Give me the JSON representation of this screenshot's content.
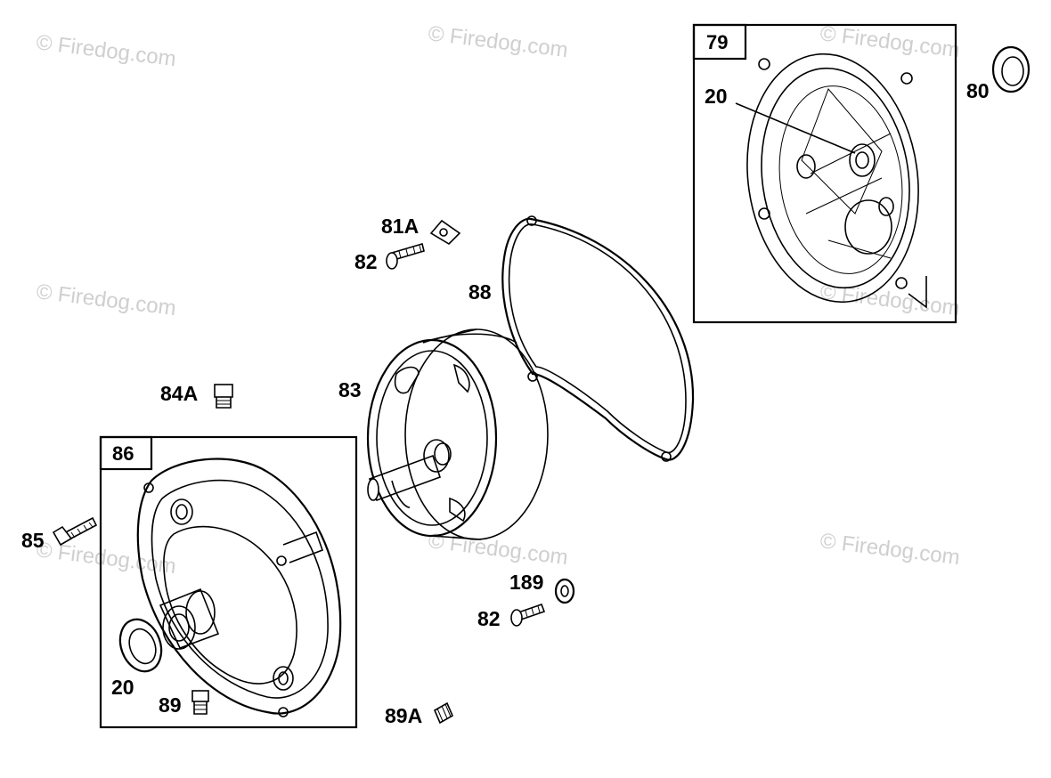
{
  "watermark": "© Firedog.com",
  "boxes": {
    "box79": "79",
    "box86": "86"
  },
  "labels": {
    "l20a": "20",
    "l80": "80",
    "l81a": "81A",
    "l82a": "82",
    "l88": "88",
    "l84a": "84A",
    "l83": "83",
    "l85": "85",
    "l20b": "20",
    "l89": "89",
    "l189": "189",
    "l82b": "82",
    "l89a": "89A"
  }
}
